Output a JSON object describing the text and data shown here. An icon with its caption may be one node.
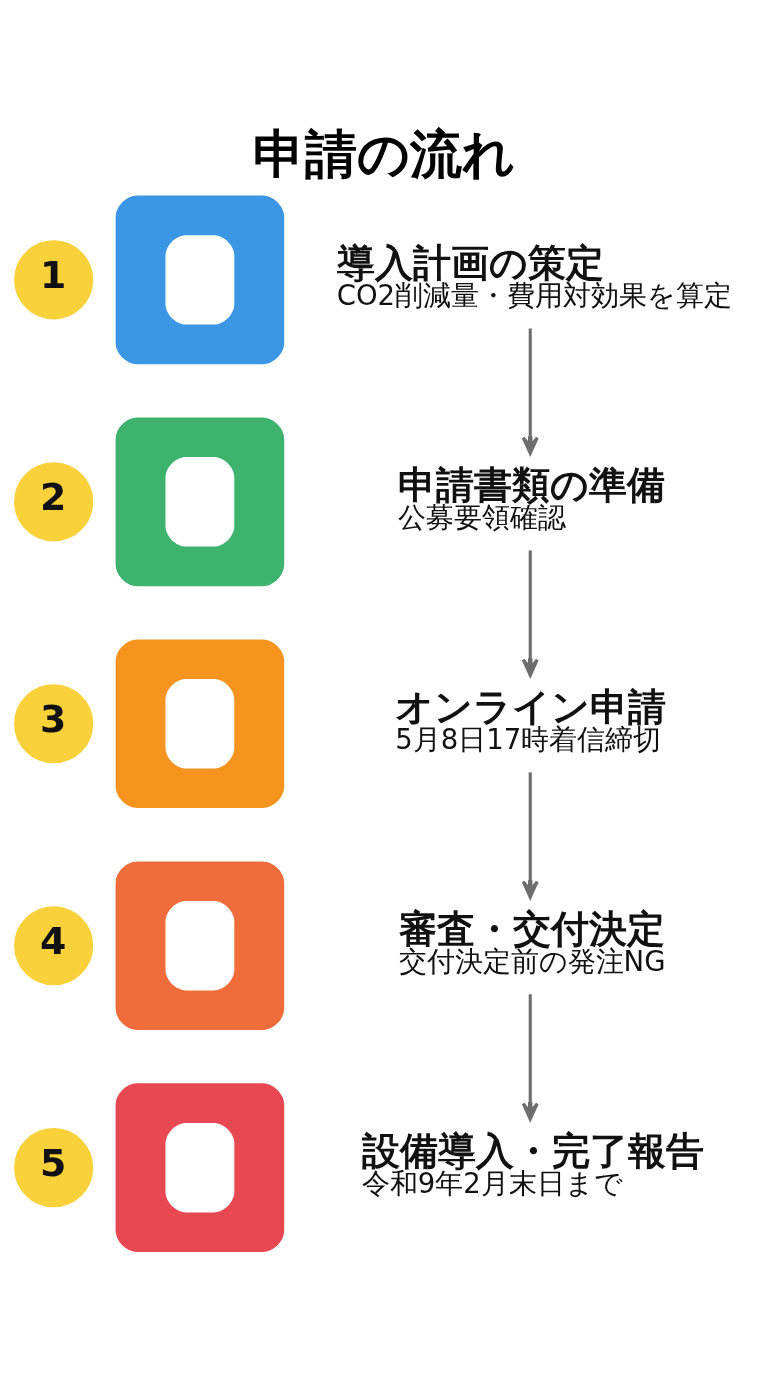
{
  "diagram": {
    "title": "申請の流れ",
    "nodes": [
      {
        "text": [
          "1"
        ]
      },
      {
        "text": [],
        "shape": "picture"
      },
      {
        "text": [
          "導入計画の策定",
          "CO2削減量・費用対効果を算定"
        ]
      },
      {
        "text": [
          "2"
        ]
      },
      {
        "text": [],
        "shape": "picture"
      },
      {
        "text": [
          "申請書類の準備",
          "公募要領確認"
        ]
      },
      {
        "text": [
          "3"
        ]
      },
      {
        "text": [],
        "shape": "picture"
      },
      {
        "text": [
          "オンライン申請",
          "5月8日17時着信締切"
        ]
      },
      {
        "text": [
          "4"
        ]
      },
      {
        "text": [],
        "shape": "picture"
      },
      {
        "text": [
          "審査・交付決定",
          "交付決定前の発注NG"
        ]
      },
      {
        "text": [
          "5"
        ]
      },
      {
        "text": [],
        "shape": "picture"
      },
      {
        "text": [
          "設備導入・完了報告",
          "令和9年2月末日まで"
        ]
      }
    ],
    "edges": [
      {
        "from": 2,
        "to": 5,
        "arrow": "to"
      },
      {
        "from": 5,
        "to": 8,
        "arrow": "to"
      },
      {
        "from": 8,
        "to": 11,
        "arrow": "to"
      },
      {
        "from": 11,
        "to": 14,
        "arrow": "to"
      }
    ]
  }
}
